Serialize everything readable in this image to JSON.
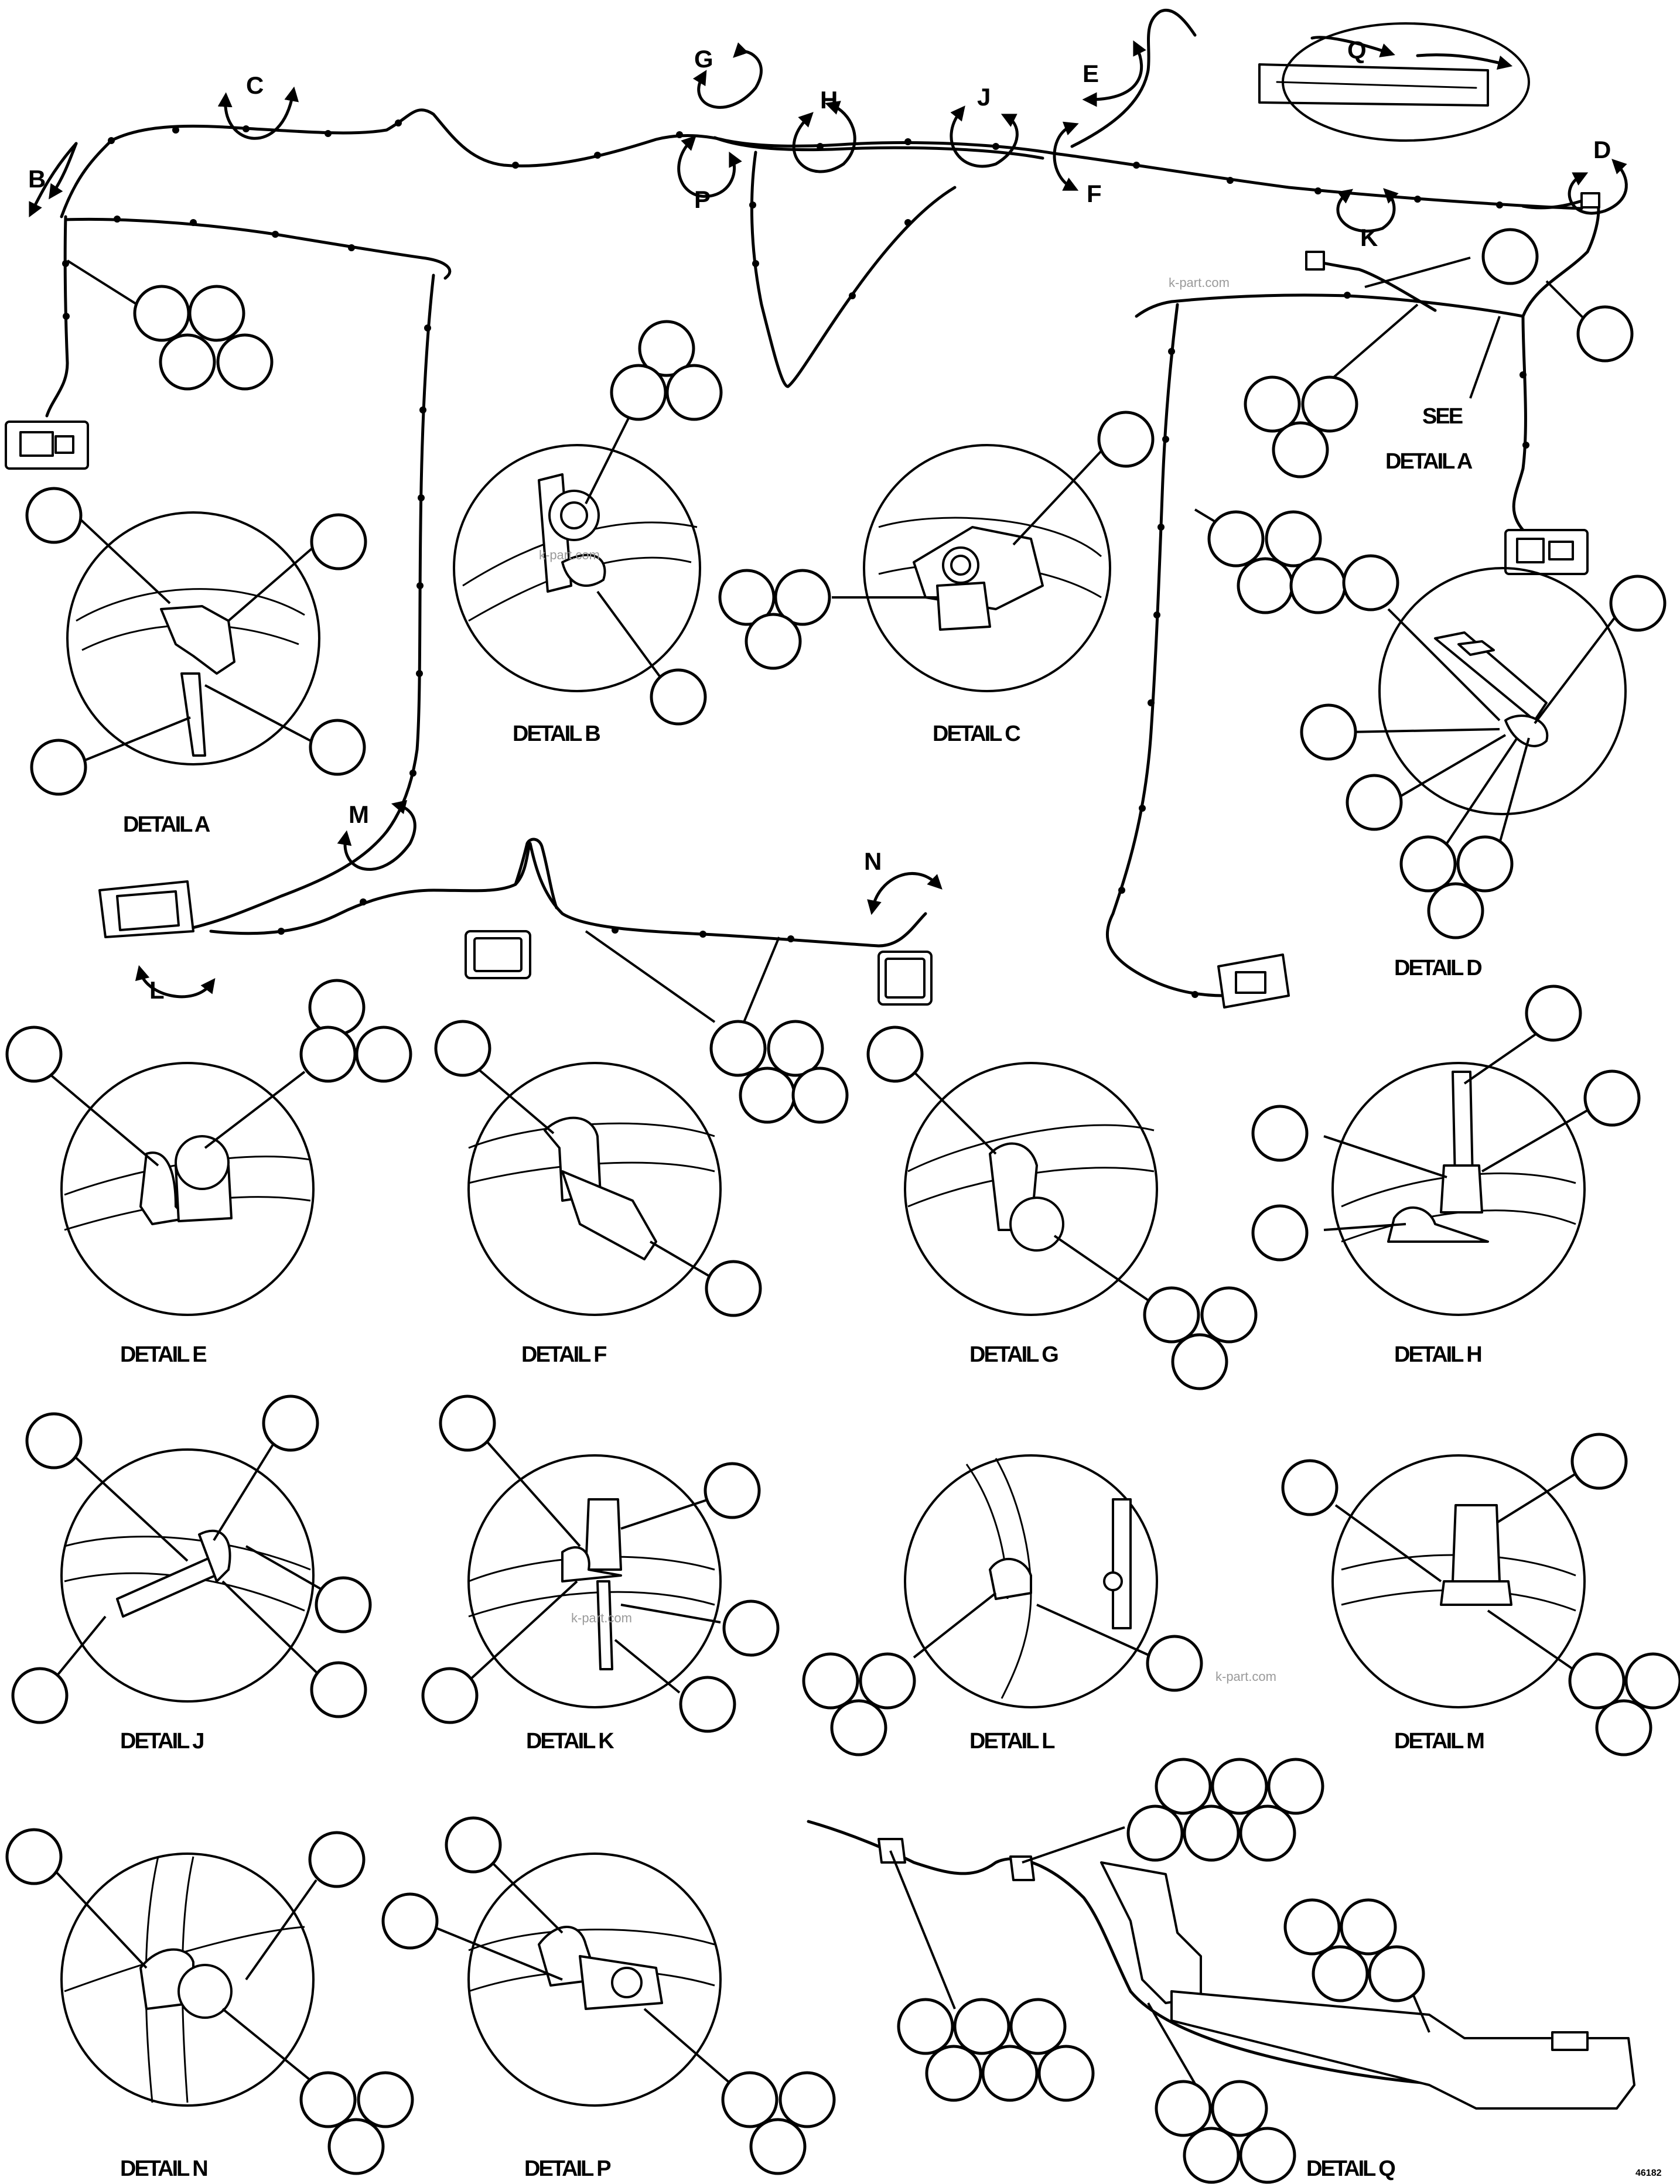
{
  "figure_number": "46182",
  "watermark": "k-part.com",
  "see_label": "SEE",
  "see_target": "DETAIL A",
  "view_letters": [
    "B",
    "C",
    "G",
    "H",
    "J",
    "E",
    "Q",
    "D",
    "P",
    "F",
    "K",
    "M",
    "L",
    "N"
  ],
  "details": [
    {
      "id": "A",
      "caption": "DETAIL A"
    },
    {
      "id": "B",
      "caption": "DETAIL B"
    },
    {
      "id": "C",
      "caption": "DETAIL C"
    },
    {
      "id": "D",
      "caption": "DETAIL D"
    },
    {
      "id": "E",
      "caption": "DETAIL E"
    },
    {
      "id": "F",
      "caption": "DETAIL F"
    },
    {
      "id": "G",
      "caption": "DETAIL G"
    },
    {
      "id": "H",
      "caption": "DETAIL H"
    },
    {
      "id": "J",
      "caption": "DETAIL J"
    },
    {
      "id": "K",
      "caption": "DETAIL K"
    },
    {
      "id": "L",
      "caption": "DETAIL L"
    },
    {
      "id": "M",
      "caption": "DETAIL M"
    },
    {
      "id": "N",
      "caption": "DETAIL N"
    },
    {
      "id": "P",
      "caption": "DETAIL P"
    },
    {
      "id": "Q",
      "caption": "DETAIL Q"
    }
  ],
  "icons": {
    "callout": "blank-callout-balloon-icon",
    "view_arrow": "curved-view-arrow-icon",
    "connector": "connector-plug-icon",
    "clamp": "p-clamp-icon"
  }
}
